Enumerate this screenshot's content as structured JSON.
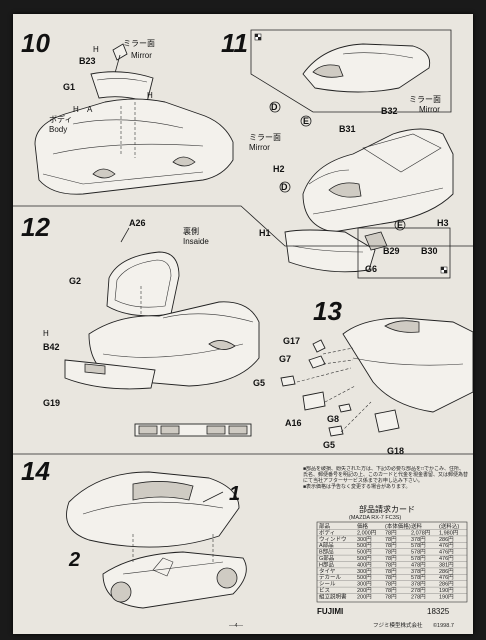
{
  "steps": {
    "s10": {
      "number": "10",
      "labels": {
        "b23": "B23",
        "mirror_jp": "ミラー面",
        "mirror_en": "Mirror",
        "g1": "G1",
        "body_jp": "ボディ",
        "body_en": "Body",
        "h": "H",
        "a": "A"
      }
    },
    "s11": {
      "number": "11",
      "labels": {
        "b32": "B32",
        "b31": "B31",
        "mirror_jp": "ミラー面",
        "mirror_en": "Mirror",
        "h2": "H2",
        "h1": "H1",
        "h3": "H3",
        "d": "D",
        "e": "E",
        "b29": "B29",
        "b30": "B30",
        "g6": "G6"
      }
    },
    "s12": {
      "number": "12",
      "labels": {
        "a26": "A26",
        "inside_jp": "裏側",
        "inside_en": "Insaide",
        "g2": "G2",
        "b42": "B42",
        "g19": "G19"
      }
    },
    "s13": {
      "number": "13",
      "labels": {
        "g17": "G17",
        "g7": "G7",
        "g5a": "G5",
        "a16": "A16",
        "g8": "G8",
        "g5b": "G5",
        "g18": "G18"
      }
    },
    "s14": {
      "number": "14",
      "callout_1": "1",
      "callout_2": "2"
    }
  },
  "notice": {
    "line1": "■部品を破損、紛失された方は、下記の必要な部品を□でかこみ、住所、氏名、郵便番号を明記の上、このカードと代金を現金書留、又は郵便為替にて当社アフターサービス係までお申し込み下さい。",
    "line2": "■表示価格は予告なく変更する場合があります。",
    "card_title": "部品請求カード",
    "card_sub": "(MAZDA RX-7 FC3S)"
  },
  "parts_table": {
    "headers": [
      "部品",
      "価格",
      "(本体価格)",
      "送料",
      "(送料込)",
      "(本体)"
    ],
    "rows": [
      [
        "ボディ",
        "2,000円",
        "78円",
        "2,078円",
        "1,980円"
      ],
      [
        "ウィンドウ",
        "300円",
        "78円",
        "378円",
        "286円"
      ],
      [
        "A部品",
        "500円",
        "78円",
        "578円",
        "476円"
      ],
      [
        "B部品",
        "500円",
        "78円",
        "578円",
        "476円"
      ],
      [
        "G部品",
        "500円",
        "78円",
        "578円",
        "476円"
      ],
      [
        "H部品",
        "400円",
        "78円",
        "478円",
        "381円"
      ],
      [
        "タイヤ",
        "300円",
        "78円",
        "378円",
        "286円"
      ],
      [
        "デカール",
        "500円",
        "78円",
        "578円",
        "476円"
      ],
      [
        "シール",
        "300円",
        "78円",
        "378円",
        "286円"
      ],
      [
        "ビス",
        "200円",
        "78円",
        "278円",
        "190円"
      ],
      [
        "組立説明書",
        "200円",
        "78円",
        "278円",
        "190円"
      ]
    ]
  },
  "footer": {
    "brand": "FUJIMI",
    "code": "18325",
    "page_no": "—4—",
    "company": "フジミ模型株式会社",
    "copyright": "©1998.7"
  }
}
